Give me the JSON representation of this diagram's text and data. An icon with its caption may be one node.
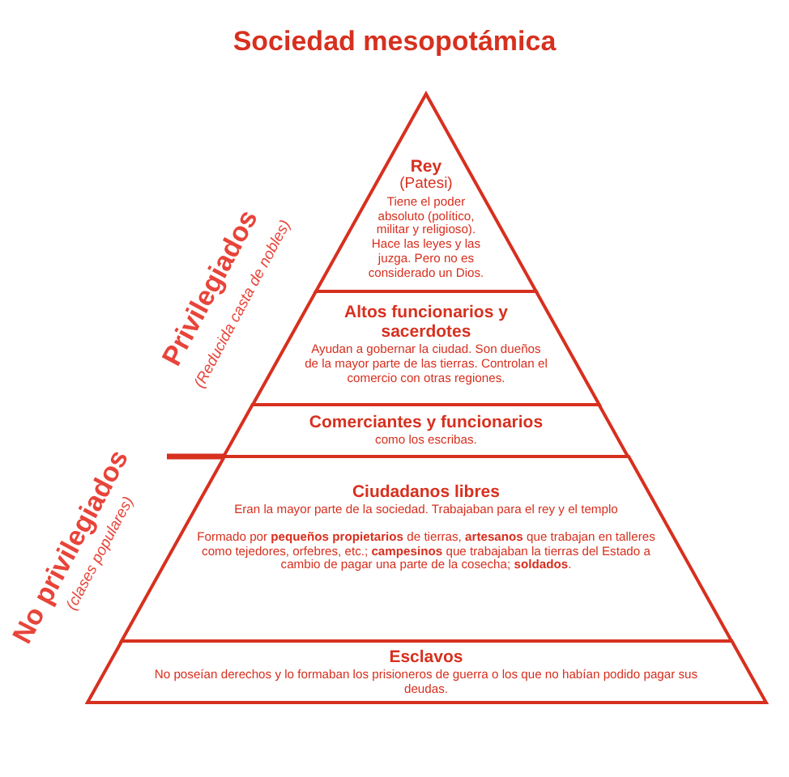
{
  "diagram": {
    "title": "Sociedad mesopotámica",
    "nodes": [
      {
        "text": [
          "Rey",
          "(Patesi)",
          "Tiene el poder absoluto (político, militar y religioso). Hace las leyes y las juzga. Pero no es considerado un Dios."
        ]
      },
      {
        "text": [
          "Altos funcionarios y sacerdotes",
          "Ayudan a gobernar la ciudad. Son dueños de la mayor parte de las tierras. Controlan el comercio con otras regiones."
        ]
      },
      {
        "text": [
          "Comerciantes y funcionarios",
          "como los escribas."
        ]
      },
      {
        "text": [
          "Ciudadanos libres",
          "Eran la mayor parte de la sociedad. Trabajaban para el rey y el templo",
          "Formado por **pequeños propietarios** de tierras, **artesanos** que trabajan en talleres como tejedores, orfebres, etc.; **campesinos** que trabajaban la tierras del Estado a cambio de pagar una parte de la cosecha; **soldados**."
        ]
      },
      {
        "text": [
          "Esclavos",
          "No poseían derechos y lo formaban los prisioneros de guerra o los que no habían podido pagar sus deudas."
        ]
      }
    ],
    "labels": [
      "Privilegiados",
      "(Reducida casta de nobles)",
      "No privilegiados",
      "(clases populares)"
    ]
  }
}
